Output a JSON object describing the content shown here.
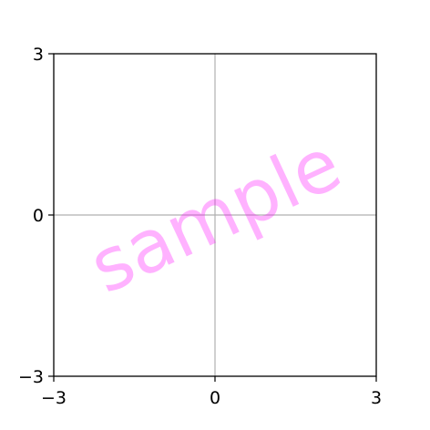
{
  "chart_data": {
    "type": "scatter",
    "title": "",
    "xlabel": "",
    "ylabel": "",
    "xlim": [
      -3,
      3
    ],
    "ylim": [
      -3,
      3
    ],
    "xticks": [
      -3,
      0,
      3
    ],
    "yticks": [
      -3,
      0,
      3
    ],
    "xtick_labels": [
      "−3",
      "0",
      "3"
    ],
    "ytick_labels": [
      "−3",
      "0",
      "3"
    ],
    "grid": true,
    "series": [],
    "watermark": {
      "text": "sample",
      "color": "#ff00ff",
      "opacity": 0.3
    }
  },
  "colors": {
    "axes": "#000000",
    "grid": "#b0b0b0",
    "background": "#ffffff"
  }
}
